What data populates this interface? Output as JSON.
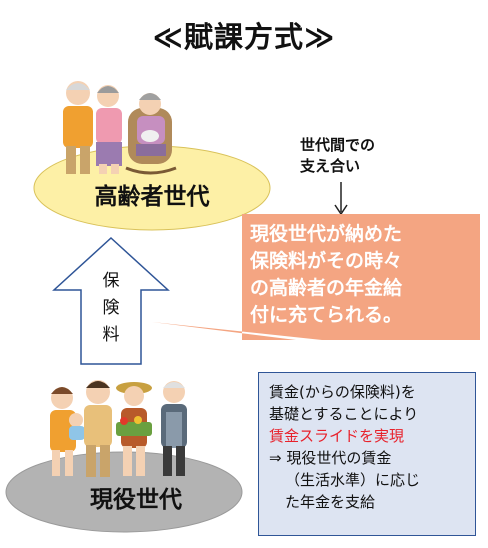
{
  "title": "≪賦課方式≫",
  "groups": {
    "elderly": "高齢者世代",
    "working": "現役世代"
  },
  "support_note": [
    "世代間での",
    "支え合い"
  ],
  "premium_arrow": [
    "保",
    "険",
    "料"
  ],
  "callout_lines": [
    "現役世代が納めた",
    "保険料がその時々",
    "の高齢者の年金給",
    "付に充てられる。"
  ],
  "info_box": {
    "line1": "賃金(からの保険料)を",
    "line2": "基礎とすることにより",
    "line3_highlight": "賃金スライドを実現",
    "line4": "⇒ 現役世代の賃金",
    "line5": "（生活水準）に応じ",
    "line6": "た年金を支給"
  },
  "colors": {
    "elderly_ellipse": "#fdf0a6",
    "working_ellipse": "#b3b3b3",
    "callout_fill": "#f4a582",
    "info_box_fill": "#dde4f2",
    "info_box_border": "#2f5597",
    "arrow_border": "#2f5597",
    "highlight_text": "#e8212b"
  }
}
